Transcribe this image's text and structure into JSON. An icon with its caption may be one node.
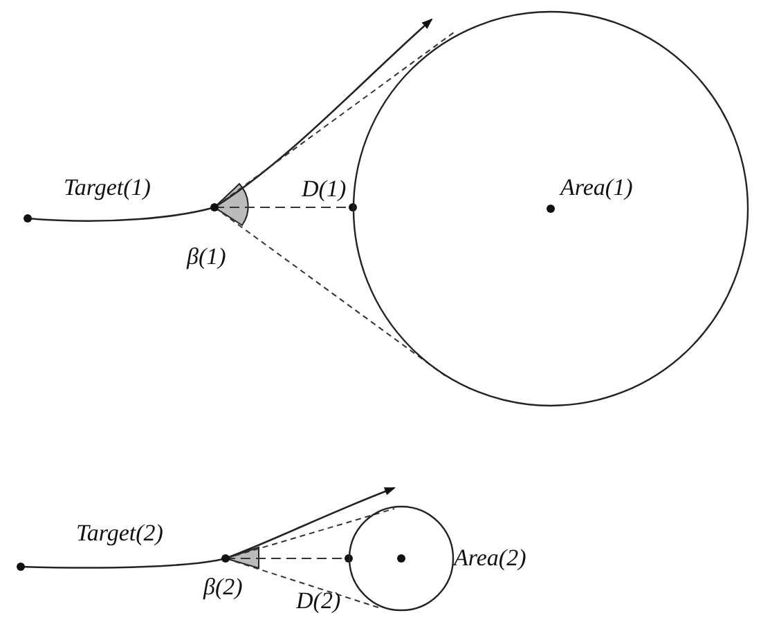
{
  "diagram": {
    "nodes": [
      {
        "text": [
          "Area(1)"
        ]
      },
      {
        "text": [
          "Area(2)"
        ]
      }
    ],
    "edges": [],
    "labels": [
      "Target(1)",
      "D(1)",
      "β(1)",
      "Target(2)",
      "β(2)",
      "D(2)"
    ]
  }
}
